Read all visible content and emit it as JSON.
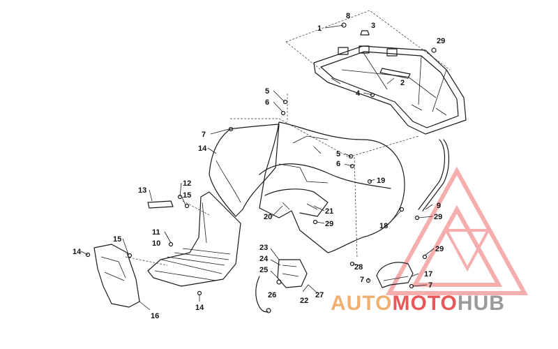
{
  "diagram": {
    "callouts": [
      "1",
      "2",
      "3",
      "4",
      "5",
      "6",
      "7",
      "8",
      "9",
      "10",
      "11",
      "12",
      "13",
      "14",
      "15",
      "16",
      "17",
      "18",
      "19",
      "20",
      "21",
      "22",
      "23",
      "24",
      "25",
      "26",
      "27",
      "28",
      "29"
    ]
  },
  "watermark": {
    "part1": "AUTO",
    "part2": "MOTO",
    "part3": "HUB",
    "colors": {
      "part1": "#f0b070",
      "part2": "#e85858",
      "part3": "#9a9a9a",
      "triangle": "#ef6b6b"
    }
  }
}
